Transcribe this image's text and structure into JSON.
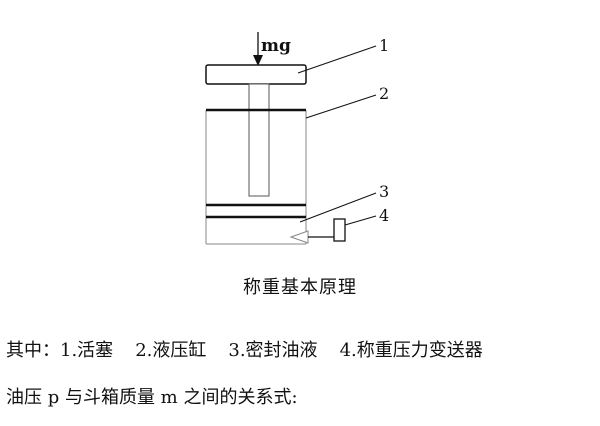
{
  "diagram": {
    "force_label": "mg",
    "callouts": [
      "1",
      "2",
      "3",
      "4"
    ]
  },
  "caption": "称重基本原理",
  "legend": {
    "prefix": "其中：",
    "items": [
      "1.活塞",
      "2.液压缸",
      "3.密封油液",
      "4.称重压力变送器"
    ]
  },
  "formula_intro": "油压 p 与斗箱质量 m 之间的关系式:"
}
